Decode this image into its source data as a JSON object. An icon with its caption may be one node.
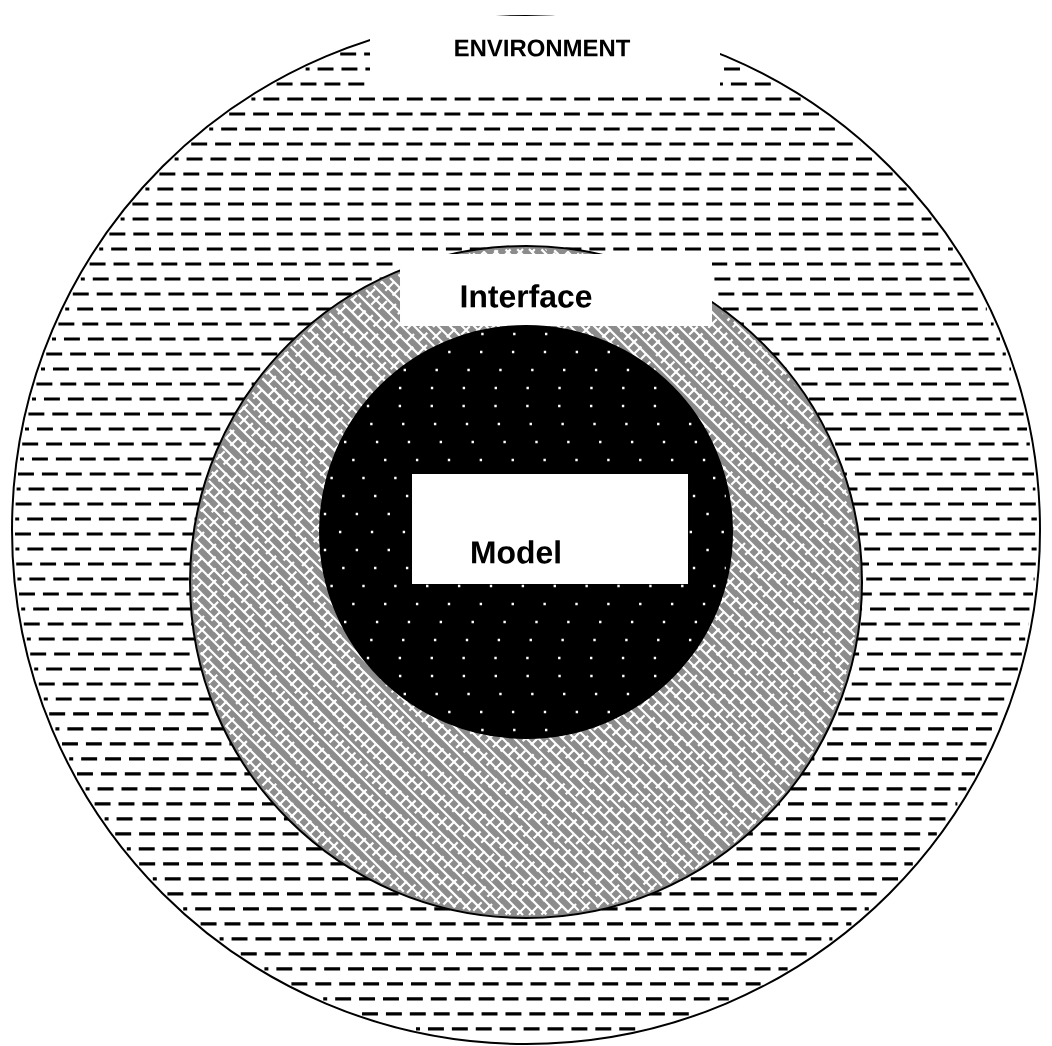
{
  "diagram": {
    "nodes": [
      {
        "text": [
          "ENVIRONMENT"
        ]
      },
      {
        "text": [
          "Interface"
        ],
        "in": 0
      },
      {
        "text": [
          "Model"
        ],
        "in": 1
      }
    ]
  }
}
